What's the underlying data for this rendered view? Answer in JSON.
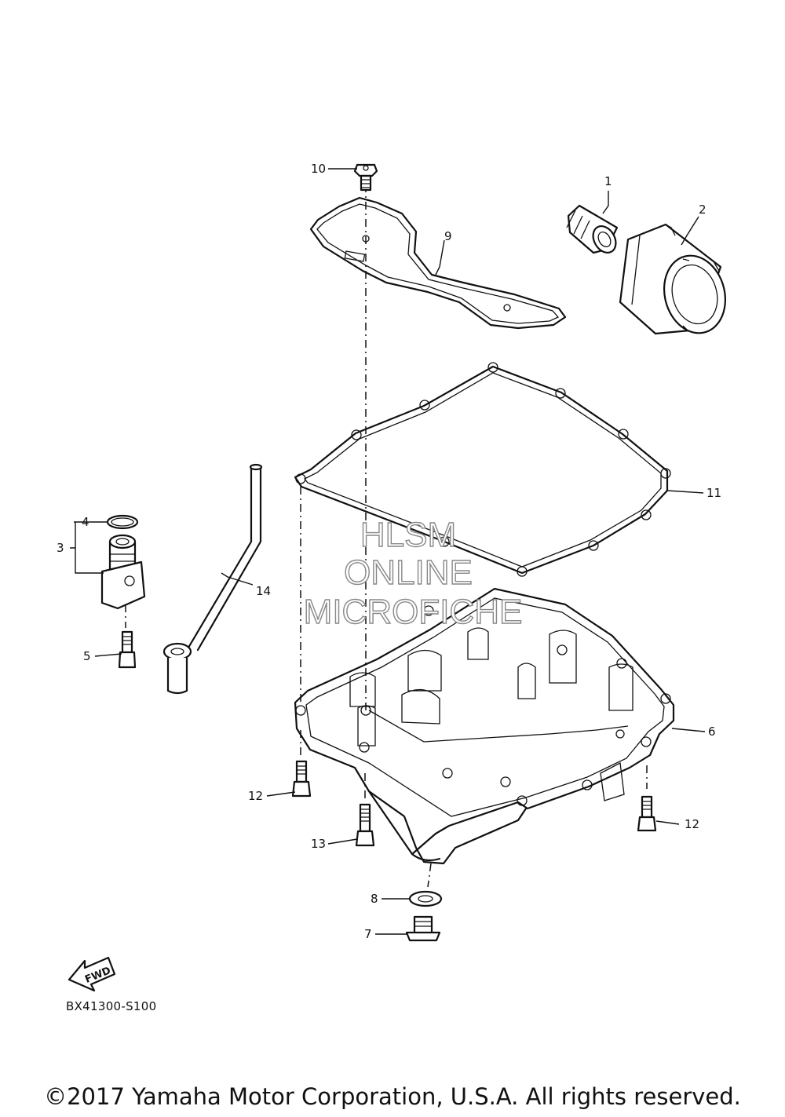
{
  "diagram": {
    "callouts": {
      "c1": "1",
      "c2": "2",
      "c3": "3",
      "c4": "4",
      "c5": "5",
      "c6": "6",
      "c7": "7",
      "c8": "8",
      "c9": "9",
      "c10": "10",
      "c11": "11",
      "c12a": "12",
      "c12b": "12",
      "c13": "13",
      "c14": "14"
    },
    "watermark": {
      "line1": "HLSM",
      "line2": "ONLINE",
      "line3": "MICROFICHE"
    },
    "fwd_label": "FWD",
    "diagram_code": "BX41300-S100"
  },
  "footer": {
    "copyright": "©2017 Yamaha Motor Corporation, U.S.A. All rights reserved."
  }
}
